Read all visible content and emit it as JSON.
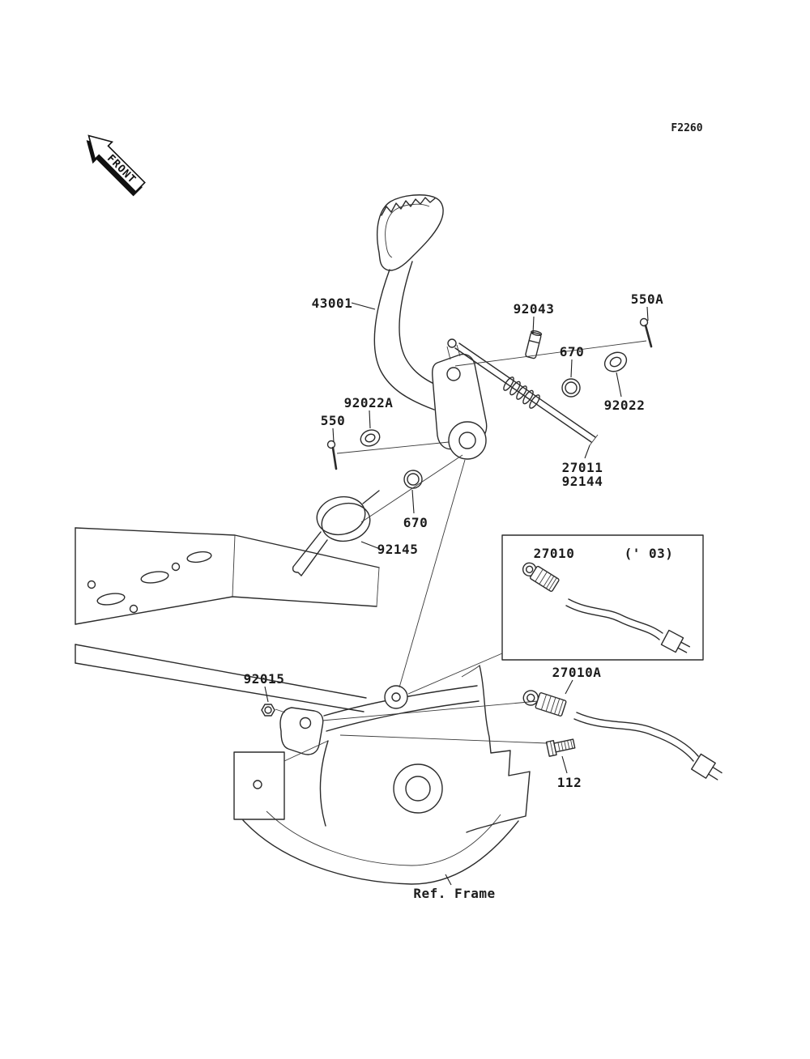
{
  "figure": {
    "code": "F2260",
    "front_arrow_label": "FRONT"
  },
  "callouts": {
    "pedal": "43001",
    "pin": "92043",
    "cotter_pin_a": "550A",
    "o_ring_upper": "670",
    "washer": "92022",
    "washer_a": "92022A",
    "cotter_pin": "550",
    "rod": "27011",
    "rod_joint": "92144",
    "o_ring_lower": "670",
    "return_spring": "92145",
    "switch_inset": "27010",
    "switch_inset_year": "(' 03)",
    "nut": "92015",
    "switch": "27010A",
    "bolt": "112",
    "ref_frame": "Ref. Frame"
  }
}
